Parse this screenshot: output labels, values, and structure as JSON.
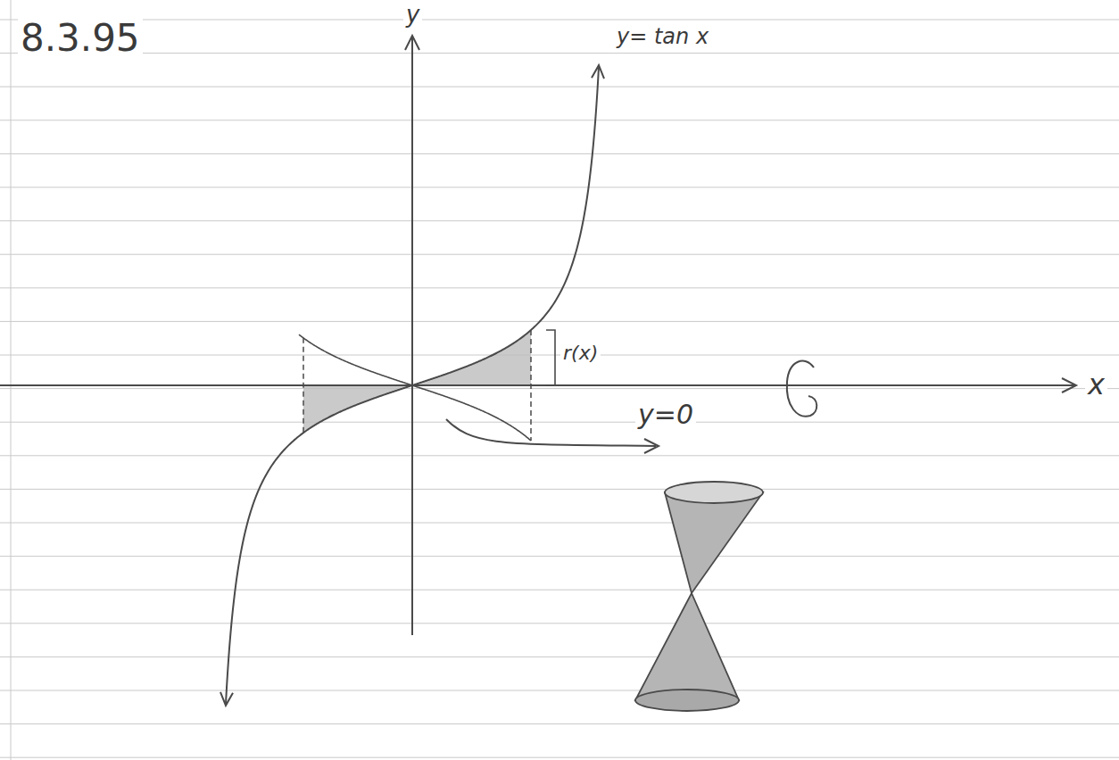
{
  "diagram": {
    "title": "8.3.95",
    "labels": [
      "y",
      "y= tan x",
      "r(x)",
      "y=0",
      "x"
    ]
  }
}
